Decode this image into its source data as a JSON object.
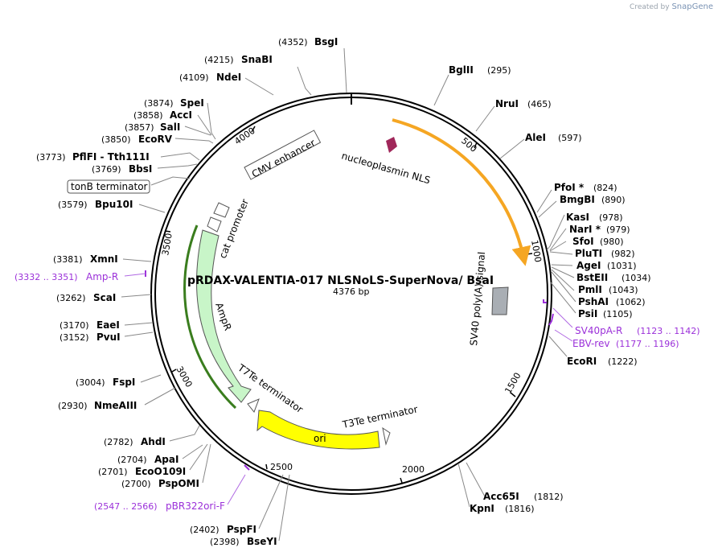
{
  "credit": {
    "prefix": "Created by",
    "brand": "SnapGene"
  },
  "plasmid": {
    "name": "pRDAX-VALENTIA-017  NLSNoLS-SuperNova/ BsaI",
    "length_label": "4376 bp",
    "length": 4376
  },
  "ticks": [
    "500",
    "1000",
    "1500",
    "2000",
    "2500",
    "3000",
    "3500",
    "4000"
  ],
  "enzymes": [
    {
      "name": "BsgI",
      "pos": "(4352)"
    },
    {
      "name": "SnaBI",
      "pos": "(4215)"
    },
    {
      "name": "NdeI",
      "pos": "(4109)"
    },
    {
      "name": "SpeI",
      "pos": "(3874)"
    },
    {
      "name": "AccI",
      "pos": "(3858)"
    },
    {
      "name": "SalI",
      "pos": "(3857)"
    },
    {
      "name": "EcoRV",
      "pos": "(3850)"
    },
    {
      "name": "PflFI - Tth111I",
      "pos": "(3773)"
    },
    {
      "name": "BbsI",
      "pos": "(3769)"
    },
    {
      "name": "Bpu10I",
      "pos": "(3579)"
    },
    {
      "name": "XmnI",
      "pos": "(3381)"
    },
    {
      "name": "ScaI",
      "pos": "(3262)"
    },
    {
      "name": "EaeI",
      "pos": "(3170)"
    },
    {
      "name": "PvuI",
      "pos": "(3152)"
    },
    {
      "name": "FspI",
      "pos": "(3004)"
    },
    {
      "name": "NmeAIII",
      "pos": "(2930)"
    },
    {
      "name": "AhdI",
      "pos": "(2782)"
    },
    {
      "name": "ApaI",
      "pos": "(2704)"
    },
    {
      "name": "EcoO109I",
      "pos": "(2701)"
    },
    {
      "name": "PspOMI",
      "pos": "(2700)"
    },
    {
      "name": "PspFI",
      "pos": "(2402)"
    },
    {
      "name": "BseYI",
      "pos": "(2398)"
    },
    {
      "name": "BglII",
      "pos": "(295)"
    },
    {
      "name": "NruI",
      "pos": "(465)"
    },
    {
      "name": "AleI",
      "pos": "(597)"
    },
    {
      "name": "PfoI *",
      "pos": "(824)"
    },
    {
      "name": "BmgBI",
      "pos": "(890)"
    },
    {
      "name": "KasI",
      "pos": "(978)"
    },
    {
      "name": "NarI *",
      "pos": "(979)"
    },
    {
      "name": "SfoI",
      "pos": "(980)"
    },
    {
      "name": "PluTI",
      "pos": "(982)"
    },
    {
      "name": "AgeI",
      "pos": "(1031)"
    },
    {
      "name": "BstEII",
      "pos": "(1034)"
    },
    {
      "name": "PmlI",
      "pos": "(1043)"
    },
    {
      "name": "PshAI",
      "pos": "(1062)"
    },
    {
      "name": "PsiI",
      "pos": "(1105)"
    },
    {
      "name": "EcoRI",
      "pos": "(1222)"
    },
    {
      "name": "Acc65I",
      "pos": "(1812)"
    },
    {
      "name": "KpnI",
      "pos": "(1816)"
    }
  ],
  "primers": [
    {
      "name": "Amp-R",
      "range": "(3332 .. 3351)"
    },
    {
      "name": "SV40pA-R",
      "range": "(1123 .. 1142)"
    },
    {
      "name": "EBV-rev",
      "range": "(1177 .. 1196)"
    },
    {
      "name": "pBR322ori-F",
      "range": "(2547 .. 2566)"
    }
  ],
  "features": {
    "nls": "nucleoplasmin NLS",
    "cmv": "CMV enhancer",
    "tonb": "tonB terminator",
    "cat": "cat promoter",
    "ampr": "AmpR",
    "t7te": "T7Te terminator",
    "ori": "ori",
    "t3te": "T3Te terminator",
    "sv40": "SV40 poly(A) signal"
  },
  "colors": {
    "backbone": "#000000",
    "supernova": "#f5a623",
    "ampr": "#c8f5c8",
    "ori": "#ffff00",
    "nls": "#a0275a",
    "primer": "#9b30d9",
    "sv40": "#a9aeb4"
  }
}
